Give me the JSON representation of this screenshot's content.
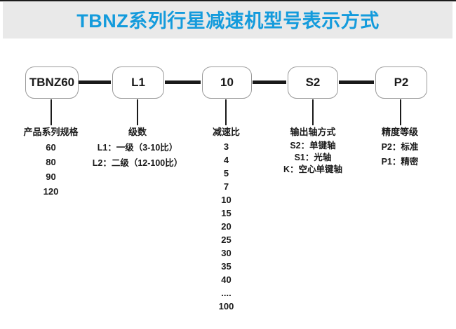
{
  "title": "TBNZ系列行星减速机型号表示方式",
  "colors": {
    "title_blue": "#149bdc",
    "band_gray": "#e9e9e9",
    "line_black": "#1a1a1a"
  },
  "model_code_boxes": [
    {
      "label": "TBNZ60"
    },
    {
      "label": "L1"
    },
    {
      "label": "10"
    },
    {
      "label": "S2"
    },
    {
      "label": "P2"
    }
  ],
  "columns": [
    {
      "header": "产品系列规格",
      "items": [
        "60",
        "80",
        "90",
        "120"
      ]
    },
    {
      "header": "级数",
      "items": [
        "L1：一级（3-10比）",
        "L2：二级（12-100比）"
      ]
    },
    {
      "header": "减速比",
      "items": [
        "3",
        "4",
        "5",
        "7",
        "10",
        "15",
        "20",
        "25",
        "30",
        "35",
        "40",
        "....",
        "100"
      ]
    },
    {
      "header": "输出轴方式",
      "items": [
        "S2：单键轴",
        "S1：光轴",
        "K：空心单键轴"
      ]
    },
    {
      "header": "精度等级",
      "items": [
        "P2：标准",
        "P1：精密"
      ]
    }
  ]
}
